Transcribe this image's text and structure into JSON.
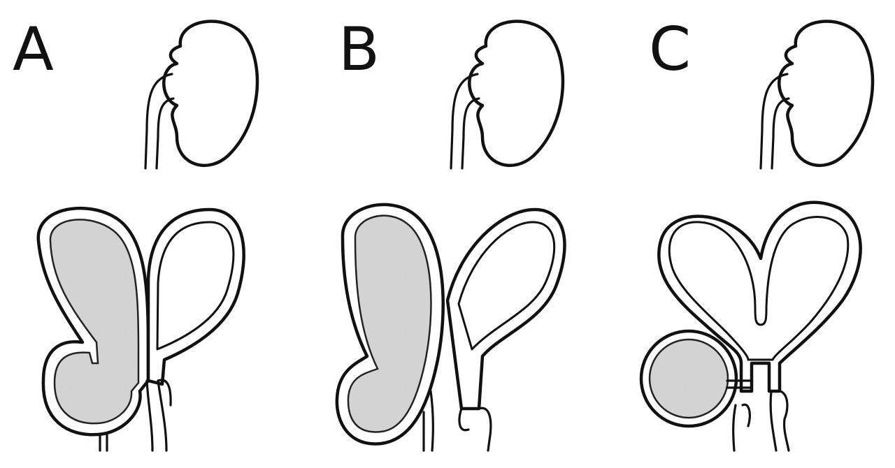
{
  "panels": [
    {
      "label": "A"
    },
    {
      "label": "B"
    },
    {
      "label": "C"
    }
  ],
  "colors": {
    "line": "#111111",
    "stipple_fill": "#d9d9d9",
    "background": "#ffffff"
  }
}
